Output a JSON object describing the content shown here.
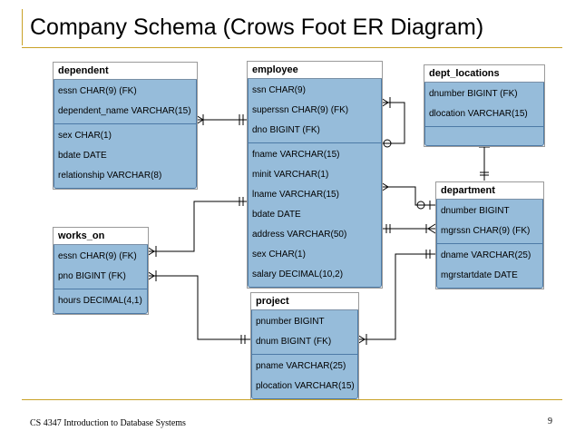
{
  "slide": {
    "title": "Company Schema (Crows Foot ER Diagram)",
    "footer": "CS 4347 Introduction to Database Systems",
    "page_number": "9"
  },
  "entities": {
    "dependent": {
      "name": "dependent",
      "keys": [
        "essn CHAR(9) (FK)",
        "dependent_name VARCHAR(15)"
      ],
      "attrs": [
        "sex CHAR(1)",
        "bdate DATE",
        "relationship VARCHAR(8)"
      ]
    },
    "employee": {
      "name": "employee",
      "keys": [
        "ssn CHAR(9)",
        "superssn CHAR(9) (FK)",
        "dno BIGINT (FK)"
      ],
      "attrs": [
        "fname VARCHAR(15)",
        "minit VARCHAR(1)",
        "lname VARCHAR(15)",
        "bdate DATE",
        "address VARCHAR(50)",
        "sex CHAR(1)",
        "salary DECIMAL(10,2)"
      ]
    },
    "dept_locations": {
      "name": "dept_locations",
      "keys": [
        "dnumber BIGINT (FK)",
        "dlocation VARCHAR(15)"
      ],
      "attrs": []
    },
    "department": {
      "name": "department",
      "keys": [
        "dnumber BIGINT",
        "mgrssn CHAR(9) (FK)"
      ],
      "attrs": [
        "dname VARCHAR(25)",
        "mgrstartdate DATE"
      ]
    },
    "works_on": {
      "name": "works_on",
      "keys": [
        "essn CHAR(9) (FK)",
        "pno BIGINT (FK)"
      ],
      "attrs": [
        "hours DECIMAL(4,1)"
      ]
    },
    "project": {
      "name": "project",
      "keys": [
        "pnumber BIGINT",
        "dnum BIGINT (FK)"
      ],
      "attrs": [
        "pname VARCHAR(25)",
        "plocation VARCHAR(15)"
      ]
    }
  }
}
